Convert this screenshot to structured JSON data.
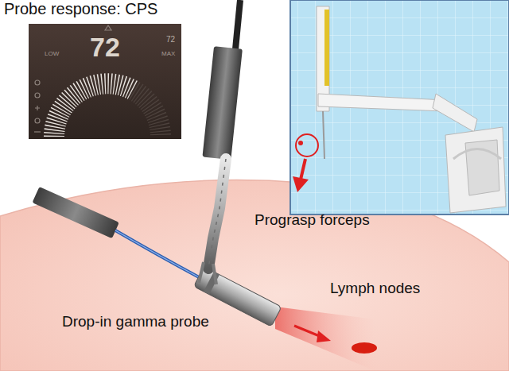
{
  "diagram": {
    "nodes": [
      {
        "text": [
          "Probe response: CPS",
          "72",
          "LOW",
          "MAX",
          "72"
        ]
      }
    ],
    "labels": [
      "Prograsp forceps",
      "Drop-in gamma probe",
      "Lymph nodes"
    ]
  }
}
